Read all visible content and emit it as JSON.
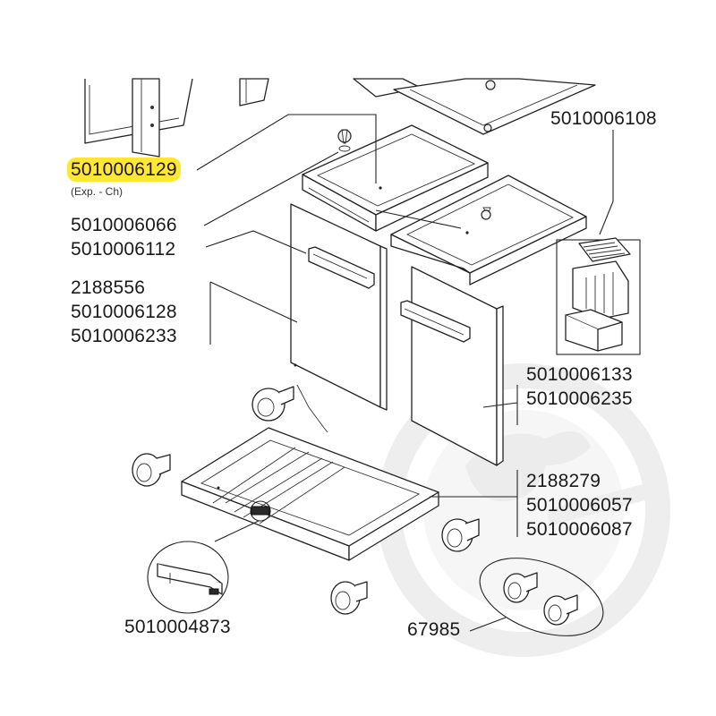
{
  "highlight_color": "#ffe733",
  "labels": {
    "frame_part": "5010006129",
    "frame_note": "(Exp. - Ch)",
    "tray_top_right": "5010006108",
    "door_left_a": "5010006066",
    "door_left_b": "5010006112",
    "handle_a": "2188556",
    "handle_b": "5010006128",
    "handle_c": "5010006233",
    "door_right_a": "5010006133",
    "door_right_b": "5010006235",
    "base_a": "2188279",
    "base_b": "5010006057",
    "base_c": "5010006087",
    "clip_part": "5010004873",
    "castor_set": "67985"
  }
}
